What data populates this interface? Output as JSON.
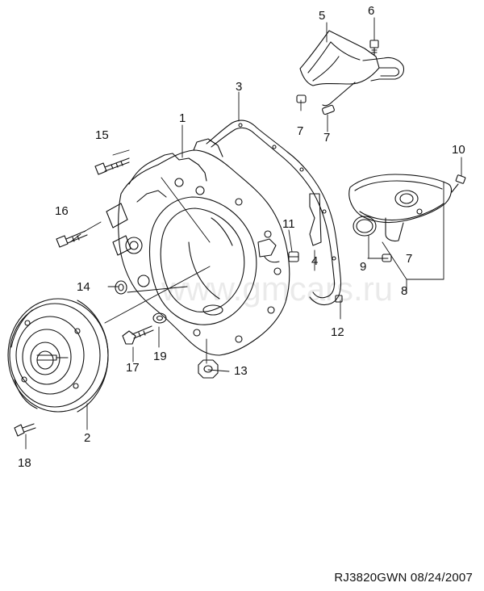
{
  "callouts": [
    {
      "id": "c1",
      "text": "1"
    },
    {
      "id": "c2",
      "text": "2"
    },
    {
      "id": "c3",
      "text": "3"
    },
    {
      "id": "c4",
      "text": "4"
    },
    {
      "id": "c5",
      "text": "5"
    },
    {
      "id": "c6",
      "text": "6"
    },
    {
      "id": "c7a",
      "text": "7"
    },
    {
      "id": "c7b",
      "text": "7"
    },
    {
      "id": "c7c",
      "text": "7"
    },
    {
      "id": "c8",
      "text": "8"
    },
    {
      "id": "c9",
      "text": "9"
    },
    {
      "id": "c10",
      "text": "10"
    },
    {
      "id": "c11",
      "text": "11"
    },
    {
      "id": "c12",
      "text": "12"
    },
    {
      "id": "c13",
      "text": "13"
    },
    {
      "id": "c14",
      "text": "14"
    },
    {
      "id": "c15",
      "text": "15"
    },
    {
      "id": "c16",
      "text": "16"
    },
    {
      "id": "c17",
      "text": "17"
    },
    {
      "id": "c18",
      "text": "18"
    },
    {
      "id": "c19",
      "text": "19"
    }
  ],
  "footer": "RJ3820GWN  08/24/2007",
  "watermark": "www.gmcars.ru",
  "colors": {
    "ink": "#111111",
    "paper": "#ffffff"
  }
}
